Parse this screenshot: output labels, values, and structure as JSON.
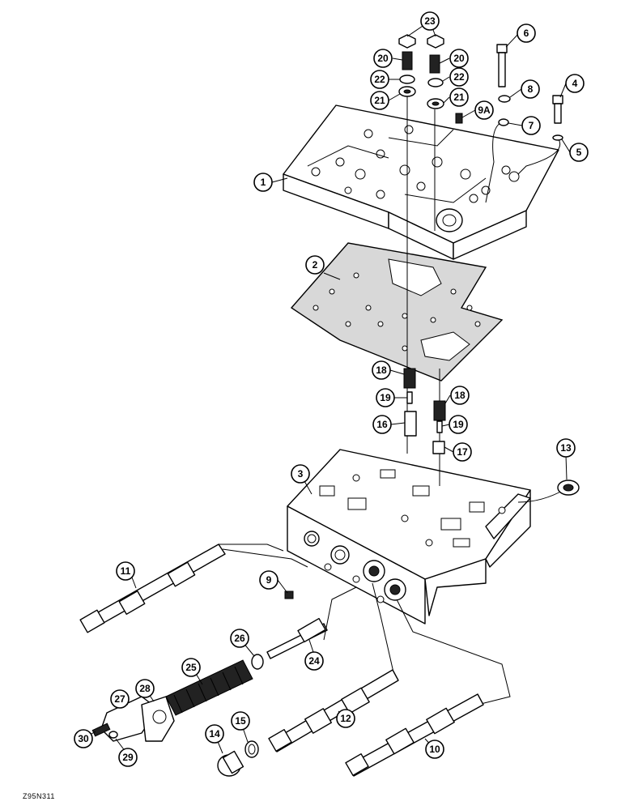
{
  "figure_id": "Z95N311",
  "callouts": [
    {
      "id": "c23",
      "label": "23"
    },
    {
      "id": "c6",
      "label": "6"
    },
    {
      "id": "c20a",
      "label": "20"
    },
    {
      "id": "c20b",
      "label": "20"
    },
    {
      "id": "c22a",
      "label": "22"
    },
    {
      "id": "c22b",
      "label": "22"
    },
    {
      "id": "c4",
      "label": "4"
    },
    {
      "id": "c8",
      "label": "8"
    },
    {
      "id": "c21a",
      "label": "21"
    },
    {
      "id": "c21b",
      "label": "21"
    },
    {
      "id": "c9A",
      "label": "9A"
    },
    {
      "id": "c7",
      "label": "7"
    },
    {
      "id": "c5",
      "label": "5"
    },
    {
      "id": "c1",
      "label": "1"
    },
    {
      "id": "c2",
      "label": "2"
    },
    {
      "id": "c18a",
      "label": "18"
    },
    {
      "id": "c18b",
      "label": "18"
    },
    {
      "id": "c19a",
      "label": "19"
    },
    {
      "id": "c19b",
      "label": "19"
    },
    {
      "id": "c16",
      "label": "16"
    },
    {
      "id": "c17",
      "label": "17"
    },
    {
      "id": "c13",
      "label": "13"
    },
    {
      "id": "c3",
      "label": "3"
    },
    {
      "id": "c11",
      "label": "11"
    },
    {
      "id": "c9",
      "label": "9"
    },
    {
      "id": "c26",
      "label": "26"
    },
    {
      "id": "c24",
      "label": "24"
    },
    {
      "id": "c25",
      "label": "25"
    },
    {
      "id": "c27",
      "label": "27"
    },
    {
      "id": "c28",
      "label": "28"
    },
    {
      "id": "c12",
      "label": "12"
    },
    {
      "id": "c14",
      "label": "14"
    },
    {
      "id": "c15",
      "label": "15"
    },
    {
      "id": "c30",
      "label": "30"
    },
    {
      "id": "c29",
      "label": "29"
    },
    {
      "id": "c10",
      "label": "10"
    }
  ]
}
